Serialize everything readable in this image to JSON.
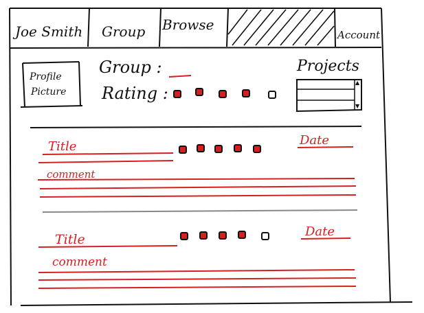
{
  "nav": {
    "user_name": "Joe Smith",
    "group": "Group",
    "browse": "Browse",
    "account": "Account"
  },
  "profile": {
    "picture_line1": "Profile",
    "picture_line2": "Picture",
    "group_label": "Group :",
    "rating_label": "Rating :",
    "rating_filled": 4,
    "rating_total": 5,
    "projects_label": "Projects"
  },
  "reviews": [
    {
      "title": "Title",
      "date": "Date",
      "comment": "comment",
      "rating_filled": 5,
      "rating_total": 5
    },
    {
      "title": "Title",
      "date": "Date",
      "comment": "comment",
      "rating_filled": 4,
      "rating_total": 5
    }
  ],
  "colors": {
    "ink": "#111111",
    "accent": "#d42020",
    "divider": "#888888"
  }
}
